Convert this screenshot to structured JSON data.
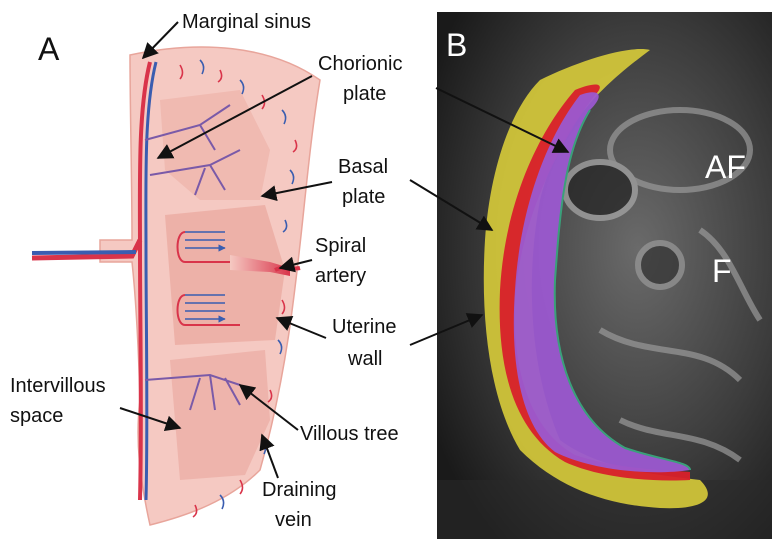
{
  "panel_a": {
    "letter": "A",
    "labels": {
      "marginal_sinus": "Marginal sinus",
      "chorionic_1": "Chorionic",
      "chorionic_2": "plate",
      "basal_1": "Basal",
      "basal_2": "plate",
      "spiral_1": "Spiral",
      "spiral_2": "artery",
      "uterine_1": "Uterine",
      "uterine_2": "wall",
      "intervillous_1": "Intervillous",
      "intervillous_2": "space",
      "villous_tree": "Villous tree",
      "draining_1": "Draining",
      "draining_2": "vein"
    }
  },
  "panel_b": {
    "letter": "B",
    "af": "AF",
    "f": "F"
  },
  "colors": {
    "tissue": "#f5c9c2",
    "tissue_dark": "#e8a59b",
    "artery": "#d9344a",
    "vein": "#3a5db0",
    "mri_bg": "#3a3a3a",
    "placenta": "#9b59d0",
    "uterine": "#d8cc3a",
    "basal": "#d8202a"
  }
}
